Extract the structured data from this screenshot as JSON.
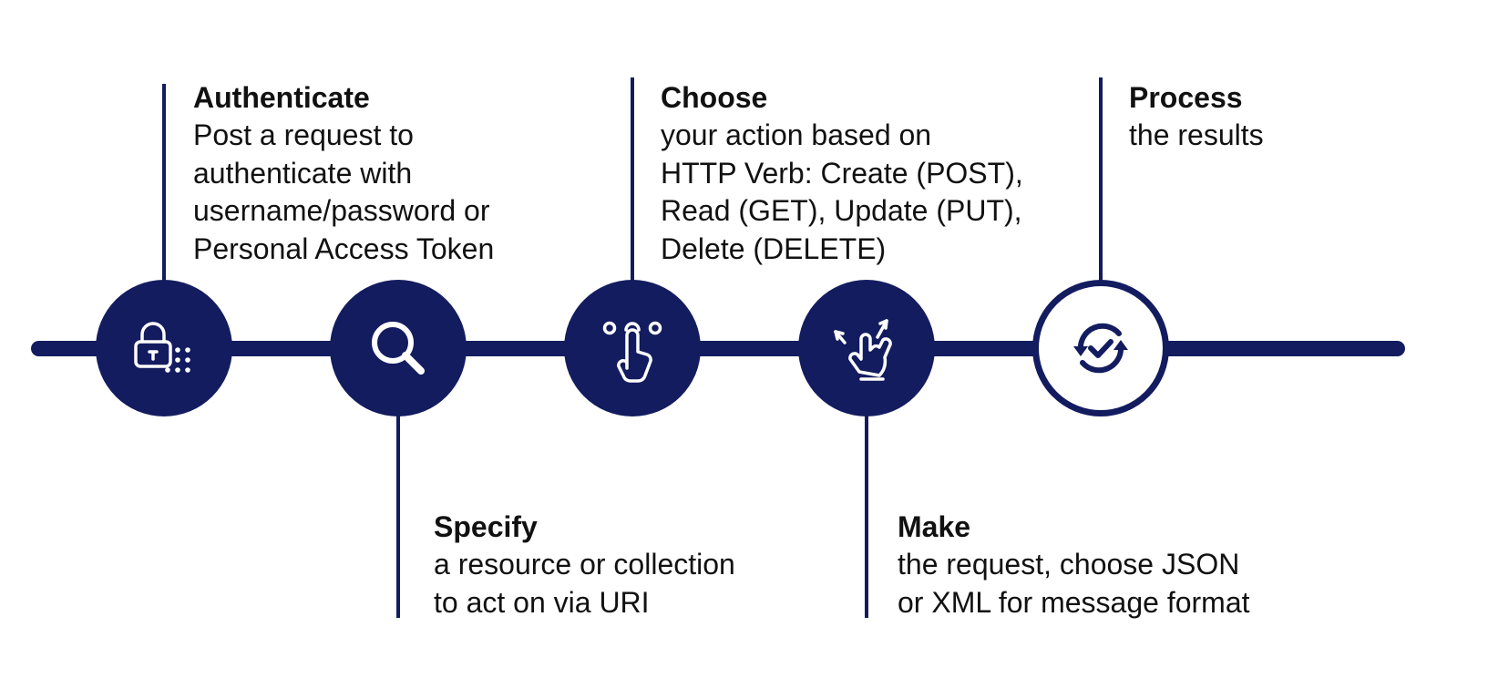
{
  "colors": {
    "primary": "#131c5f",
    "background": "#ffffff",
    "text": "#111111"
  },
  "steps": [
    {
      "title": "Authenticate",
      "description": "Post a request to\nauthenticate with\nusername/password or\nPersonal Access Token",
      "icon": "lock-keypad-icon"
    },
    {
      "title": "Specify",
      "description": "a resource or collection\nto act on via URI",
      "icon": "search-icon"
    },
    {
      "title": "Choose",
      "description": "your action based on\nHTTP Verb: Create (POST),\nRead (GET), Update (PUT),\nDelete (DELETE)",
      "icon": "tap-gesture-icon"
    },
    {
      "title": "Make",
      "description": "the request, choose JSON\nor XML for message format",
      "icon": "swipe-gesture-icon"
    },
    {
      "title": "Process",
      "description": "the results",
      "icon": "refresh-check-icon"
    }
  ]
}
